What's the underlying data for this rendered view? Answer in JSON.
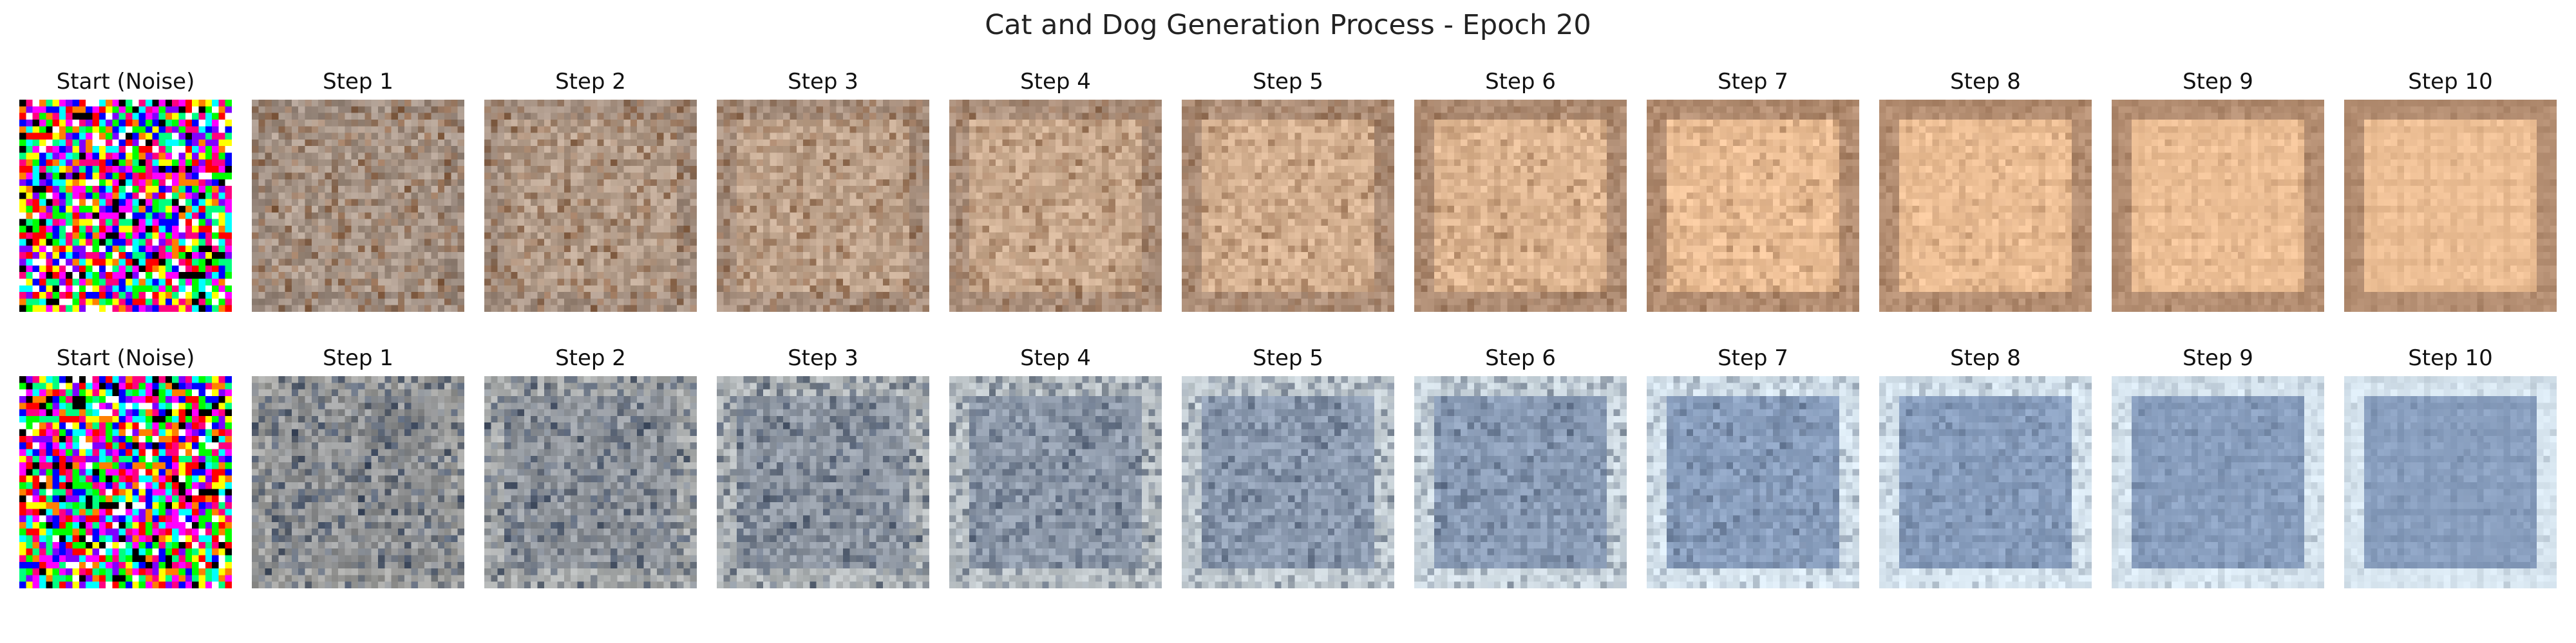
{
  "figure": {
    "title": "Cat and Dog Generation Process - Epoch 20"
  },
  "rows": [
    {
      "panels": [
        {
          "title": "Start (Noise)",
          "kind": "noise"
        },
        {
          "title": "Step 1",
          "kind": "denoise",
          "step": 1
        },
        {
          "title": "Step 2",
          "kind": "denoise",
          "step": 2
        },
        {
          "title": "Step 3",
          "kind": "denoise",
          "step": 3
        },
        {
          "title": "Step 4",
          "kind": "denoise",
          "step": 4
        },
        {
          "title": "Step 5",
          "kind": "denoise",
          "step": 5
        },
        {
          "title": "Step 6",
          "kind": "denoise",
          "step": 6
        },
        {
          "title": "Step 7",
          "kind": "denoise",
          "step": 7
        },
        {
          "title": "Step 8",
          "kind": "denoise",
          "step": 8
        },
        {
          "title": "Step 9",
          "kind": "denoise",
          "step": 9
        },
        {
          "title": "Step 10",
          "kind": "denoise",
          "step": 10
        }
      ],
      "colors": {
        "noisy_start": "#9c8f86",
        "target_inner": "#f2c49a",
        "target_border": "#b89276",
        "dark_accent": "#8a6042"
      }
    },
    {
      "panels": [
        {
          "title": "Start (Noise)",
          "kind": "noise"
        },
        {
          "title": "Step 1",
          "kind": "denoise",
          "step": 1
        },
        {
          "title": "Step 2",
          "kind": "denoise",
          "step": 2
        },
        {
          "title": "Step 3",
          "kind": "denoise",
          "step": 3
        },
        {
          "title": "Step 4",
          "kind": "denoise",
          "step": 4
        },
        {
          "title": "Step 5",
          "kind": "denoise",
          "step": 5
        },
        {
          "title": "Step 6",
          "kind": "denoise",
          "step": 6
        },
        {
          "title": "Step 7",
          "kind": "denoise",
          "step": 7
        },
        {
          "title": "Step 8",
          "kind": "denoise",
          "step": 8
        },
        {
          "title": "Step 9",
          "kind": "denoise",
          "step": 9
        },
        {
          "title": "Step 10",
          "kind": "denoise",
          "step": 10
        }
      ],
      "colors": {
        "noisy_start": "#969490",
        "target_inner": "#8ea4c4",
        "target_border": "#dceaf4",
        "dark_accent": "#3c4a62"
      }
    }
  ]
}
